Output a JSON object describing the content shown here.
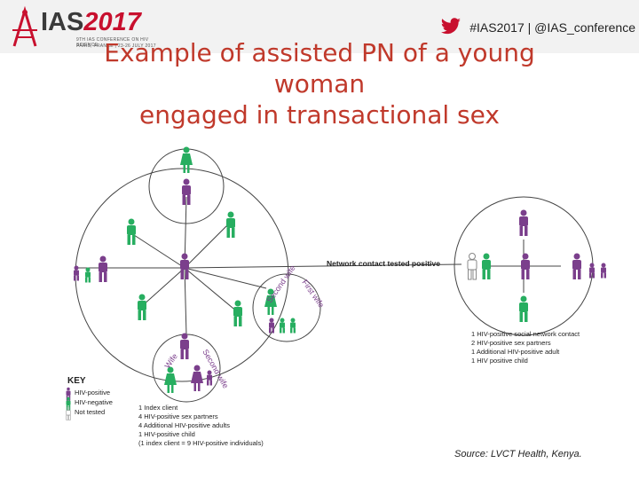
{
  "header": {
    "logo_text": "IAS",
    "logo_year": "2017",
    "logo_line1": "9TH IAS CONFERENCE ON HIV SCIENCE",
    "logo_line2": "PARIS, FRANCE | 23-26 JULY 2017",
    "hashtag": "#IAS2017 | @IAS_conference"
  },
  "title": {
    "line1": "Example of assisted PN of a young",
    "line2": "woman",
    "line3": "engaged in transactional sex"
  },
  "diagram": {
    "network_label": "Network contact tested positive",
    "partner_labels": [
      "Second wife",
      "First wife",
      "Wife",
      "Second wife"
    ],
    "key": {
      "title": "KEY",
      "items": [
        "HIV-positive",
        "HIV-negative",
        "Not tested"
      ],
      "summary": [
        "1 Index client",
        "4 HIV-positive sex partners",
        "4 Additional HIV-positive adults",
        "1 HIV-positive child",
        "(1 index client = 9 HIV-positive individuals)"
      ]
    },
    "right_summary": [
      "1 HIV-positive social network contact",
      "2 HIV-positive sex partners",
      "1 Additional HIV-positive adult",
      "1 HIV positive child"
    ],
    "colors": {
      "positive": "#7b3f8c",
      "negative": "#27ae60",
      "not_tested": "#888888"
    }
  },
  "source": "Source: LVCT Health, Kenya."
}
